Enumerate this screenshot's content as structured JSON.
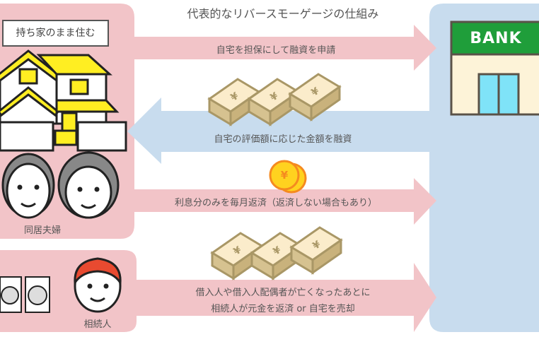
{
  "title": "代表的なリバースモーゲージの仕組み",
  "left_panel": {
    "label": "持ち家のまま住む",
    "couple_caption": "同居夫婦"
  },
  "heir_panel": {
    "caption": "相続人"
  },
  "bank": {
    "sign": "BANK"
  },
  "flows": [
    {
      "text": "自宅を担保にして融資を申請",
      "direction": "to-bank"
    },
    {
      "text": "自宅の評価額に応じた金額を融資",
      "direction": "to-home"
    },
    {
      "text": "利息分のみを毎月返済（返済しない場合もあり）",
      "direction": "to-bank"
    },
    {
      "text_line1": "借入人や借入人配偶者が亡くなったあとに",
      "text_line2": "相続人が元金を返済 or 自宅を売却",
      "direction": "to-bank"
    }
  ],
  "coin_symbol": "¥",
  "colors": {
    "pink": "#f2c4c8",
    "blue": "#c8dcee",
    "bank_green": "#1f9e3a",
    "house_yellow": "#ffee22",
    "money": "#f8e9c3"
  }
}
